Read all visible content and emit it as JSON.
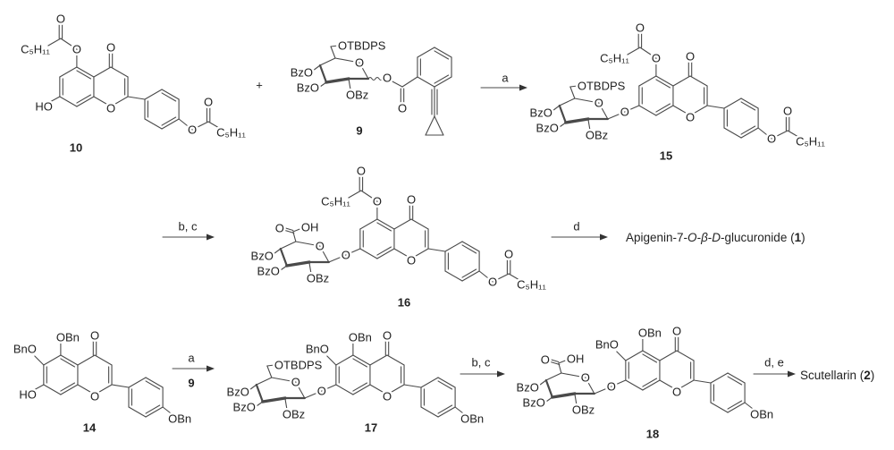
{
  "plus": "+",
  "compounds": {
    "c10": "10",
    "c9": "9",
    "c15": "15",
    "c16": "16",
    "c14": "14",
    "c17": "17",
    "c18": "18"
  },
  "reagents": {
    "step1": "a",
    "step2": "b, c",
    "step3": "d",
    "step4_top": "a",
    "step4_bottom": "9",
    "step5": "b, c",
    "step6": "d, e"
  },
  "groups": {
    "chain": "C₅H₁₁",
    "o": "O",
    "ho": "HO",
    "oh": "OH",
    "bzo": "BzO",
    "obz": "OBz",
    "otbdps": "OTBDPS",
    "obn": "OBn",
    "bno": "BnO"
  },
  "product_1": {
    "parts": [
      "Apigenin-7-",
      "O",
      "-",
      "β",
      "-",
      "D",
      "-glucuronide (",
      "1",
      ")"
    ]
  },
  "product_2": {
    "parts": [
      "Scutellarin (",
      "2",
      ")"
    ]
  }
}
